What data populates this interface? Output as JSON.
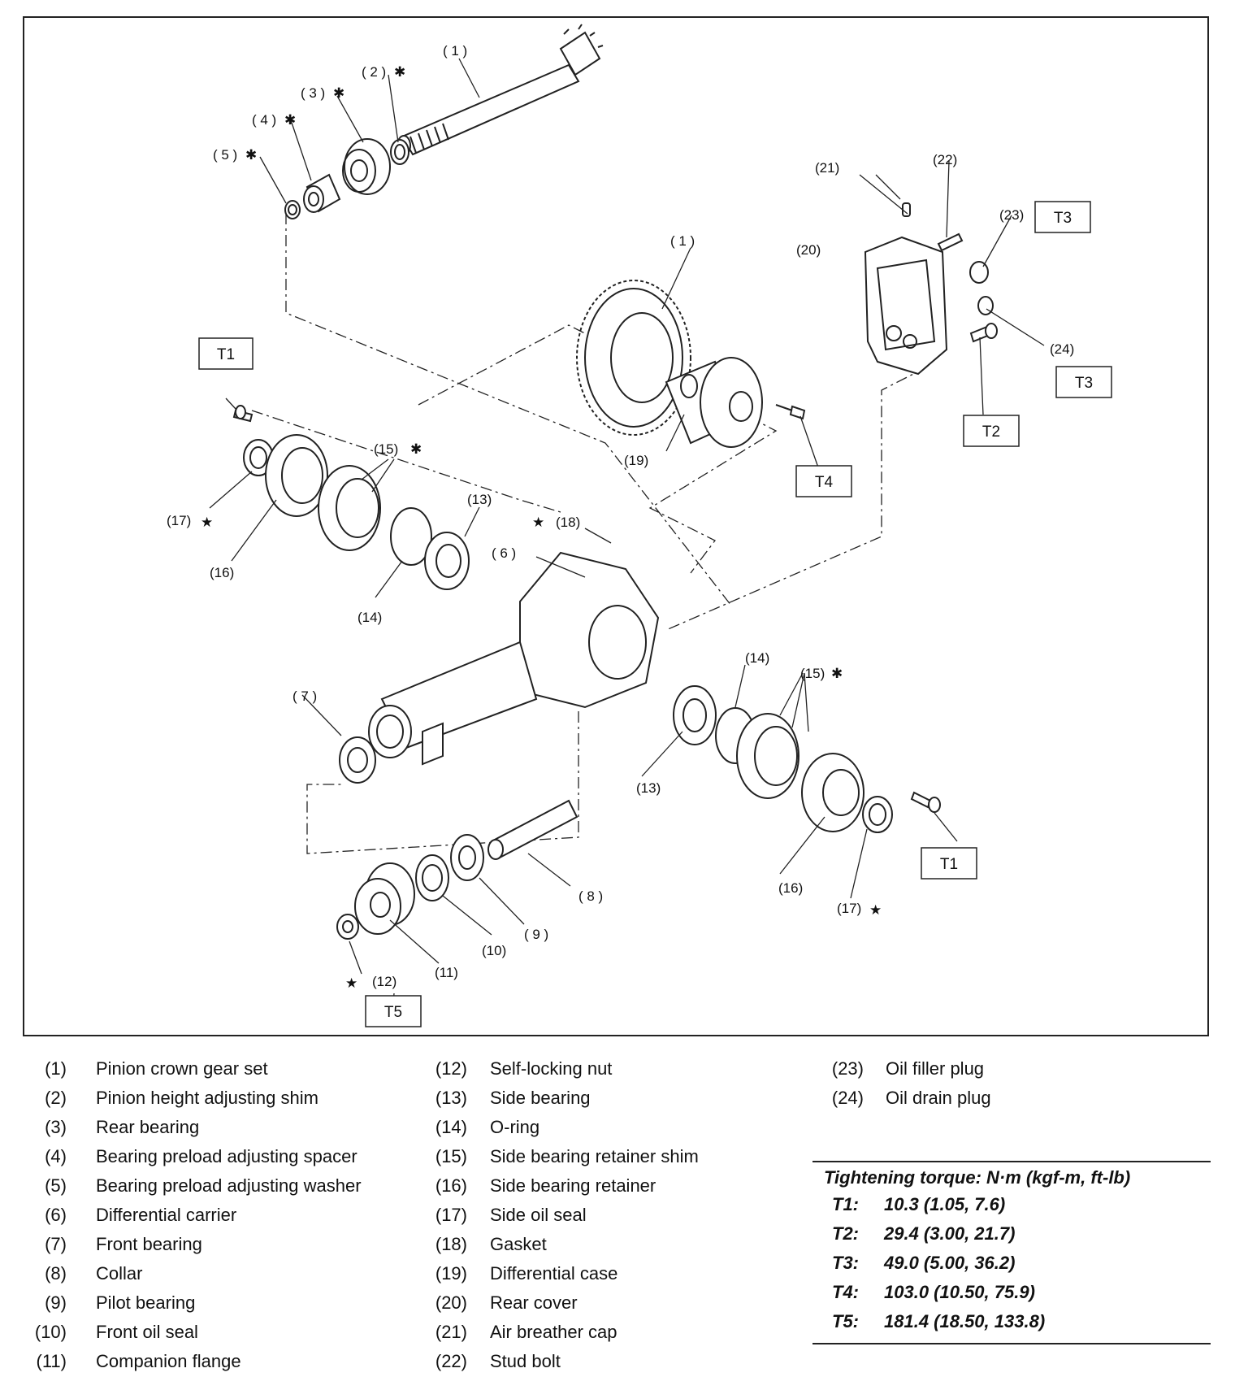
{
  "callouts": {
    "c1a": "( 1 )",
    "c2": "( 2 )",
    "c3": "( 3 )",
    "c4": "( 4 )",
    "c5": "( 5 )",
    "c1b": "( 1 )",
    "c19": "(19)",
    "c21": "(21)",
    "c22": "(22)",
    "c23": "(23)",
    "c20": "(20)",
    "c24": "(24)",
    "c15a": "(15)",
    "c13a": "(13)",
    "c18": "(18)",
    "c6": "( 6 )",
    "c17a": "(17)",
    "c16a": "(16)",
    "c14a": "(14)",
    "c7": "( 7 )",
    "c14b": "(14)",
    "c15b": "(15)",
    "c13b": "(13)",
    "c16b": "(16)",
    "c17b": "(17)",
    "c8": "( 8 )",
    "c9": "( 9 )",
    "c10": "(10)",
    "c11": "(11)",
    "c12": "(12)"
  },
  "torque_tags": {
    "t1a": "T1",
    "t1b": "T1",
    "t2": "T2",
    "t3a": "T3",
    "t3b": "T3",
    "t4": "T4",
    "t5": "T5"
  },
  "legend": [
    {
      "num": "(1)",
      "name": "Pinion crown gear set"
    },
    {
      "num": "(2)",
      "name": "Pinion height adjusting shim"
    },
    {
      "num": "(3)",
      "name": "Rear bearing"
    },
    {
      "num": "(4)",
      "name": "Bearing preload adjusting spacer"
    },
    {
      "num": "(5)",
      "name": "Bearing preload adjusting washer"
    },
    {
      "num": "(6)",
      "name": "Differential carrier"
    },
    {
      "num": "(7)",
      "name": "Front bearing"
    },
    {
      "num": "(8)",
      "name": "Collar"
    },
    {
      "num": "(9)",
      "name": "Pilot bearing"
    },
    {
      "num": "(10)",
      "name": "Front oil seal"
    },
    {
      "num": "(11)",
      "name": "Companion flange"
    },
    {
      "num": "(12)",
      "name": "Self-locking nut"
    },
    {
      "num": "(13)",
      "name": "Side bearing"
    },
    {
      "num": "(14)",
      "name": "O-ring"
    },
    {
      "num": "(15)",
      "name": "Side bearing retainer shim"
    },
    {
      "num": "(16)",
      "name": "Side bearing retainer"
    },
    {
      "num": "(17)",
      "name": "Side oil seal"
    },
    {
      "num": "(18)",
      "name": "Gasket"
    },
    {
      "num": "(19)",
      "name": "Differential case"
    },
    {
      "num": "(20)",
      "name": "Rear cover"
    },
    {
      "num": "(21)",
      "name": "Air breather cap"
    },
    {
      "num": "(22)",
      "name": "Stud bolt"
    },
    {
      "num": "(23)",
      "name": "Oil filler plug"
    },
    {
      "num": "(24)",
      "name": "Oil drain plug"
    }
  ],
  "torque": {
    "title": "Tightening torque: N·m (kgf-m, ft-lb)",
    "rows": [
      {
        "key": "T1:",
        "value": "10.3 (1.05, 7.6)"
      },
      {
        "key": "T2:",
        "value": "29.4 (3.00, 21.7)"
      },
      {
        "key": "T3:",
        "value": "49.0 (5.00, 36.2)"
      },
      {
        "key": "T4:",
        "value": "103.0 (10.50, 75.9)"
      },
      {
        "key": "T5:",
        "value": "181.4 (18.50, 133.8)"
      }
    ]
  }
}
